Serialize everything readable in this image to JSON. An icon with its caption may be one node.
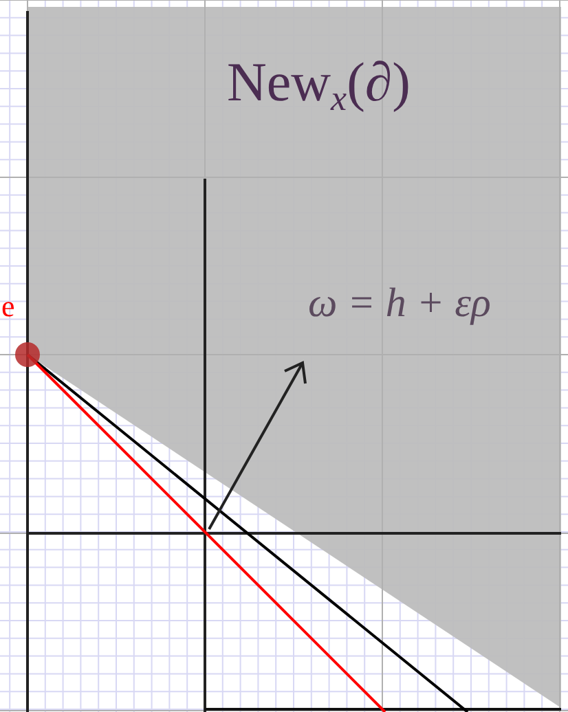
{
  "diagram": {
    "labels": [
      "New$_{x}$(∂)",
      "ω = h + ερ",
      "e"
    ]
  }
}
